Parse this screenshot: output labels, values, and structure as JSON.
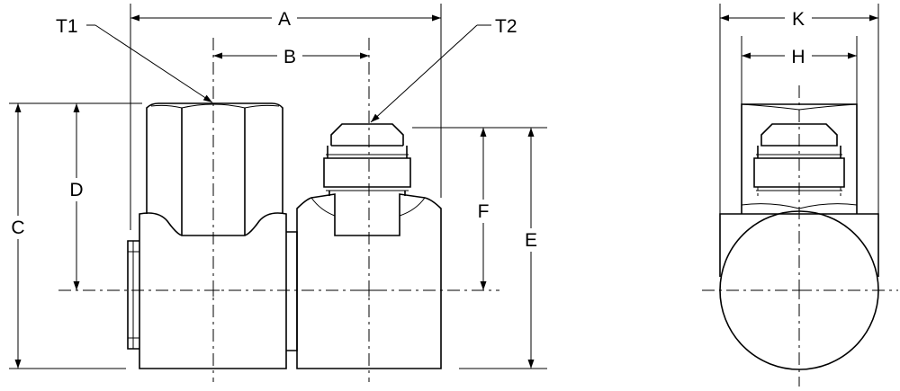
{
  "labels": {
    "T1": "T1",
    "T2": "T2",
    "A": "A",
    "B": "B",
    "C": "C",
    "D": "D",
    "E": "E",
    "F": "F",
    "K": "K",
    "H": "H"
  }
}
